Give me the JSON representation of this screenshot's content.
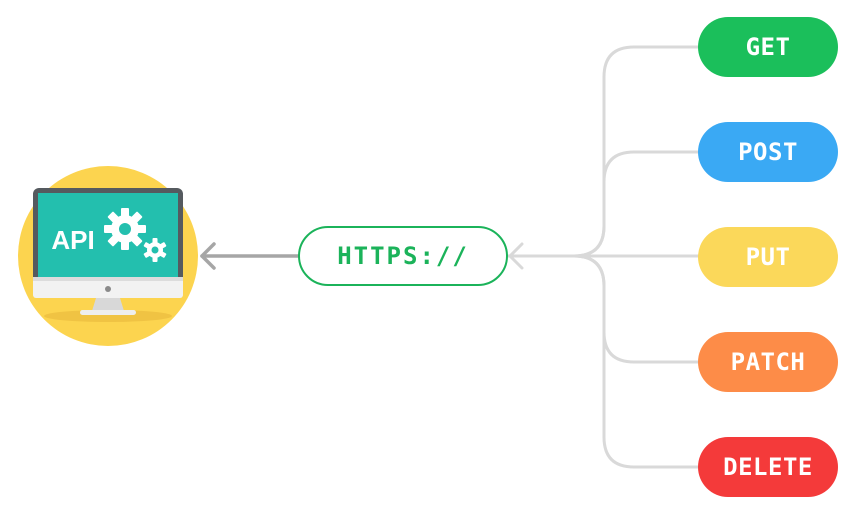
{
  "client": {
    "icon_label": "API"
  },
  "protocol": {
    "label": "HTTPS://"
  },
  "methods": [
    {
      "label": "GET",
      "color": "#1bbf5b"
    },
    {
      "label": "POST",
      "color": "#3aa9f4"
    },
    {
      "label": "PUT",
      "color": "#fbd85a"
    },
    {
      "label": "PATCH",
      "color": "#fd8c48"
    },
    {
      "label": "DELETE",
      "color": "#f43a3a"
    }
  ],
  "colors": {
    "connector": "#d9d9d9",
    "arrow_to_client": "#a6a6a6",
    "protocol_accent": "#1bb35a",
    "client_circle": "#fcd44f",
    "screen": "#23bfae"
  },
  "icons": [
    "computer-monitor-icon",
    "gear-icon"
  ]
}
